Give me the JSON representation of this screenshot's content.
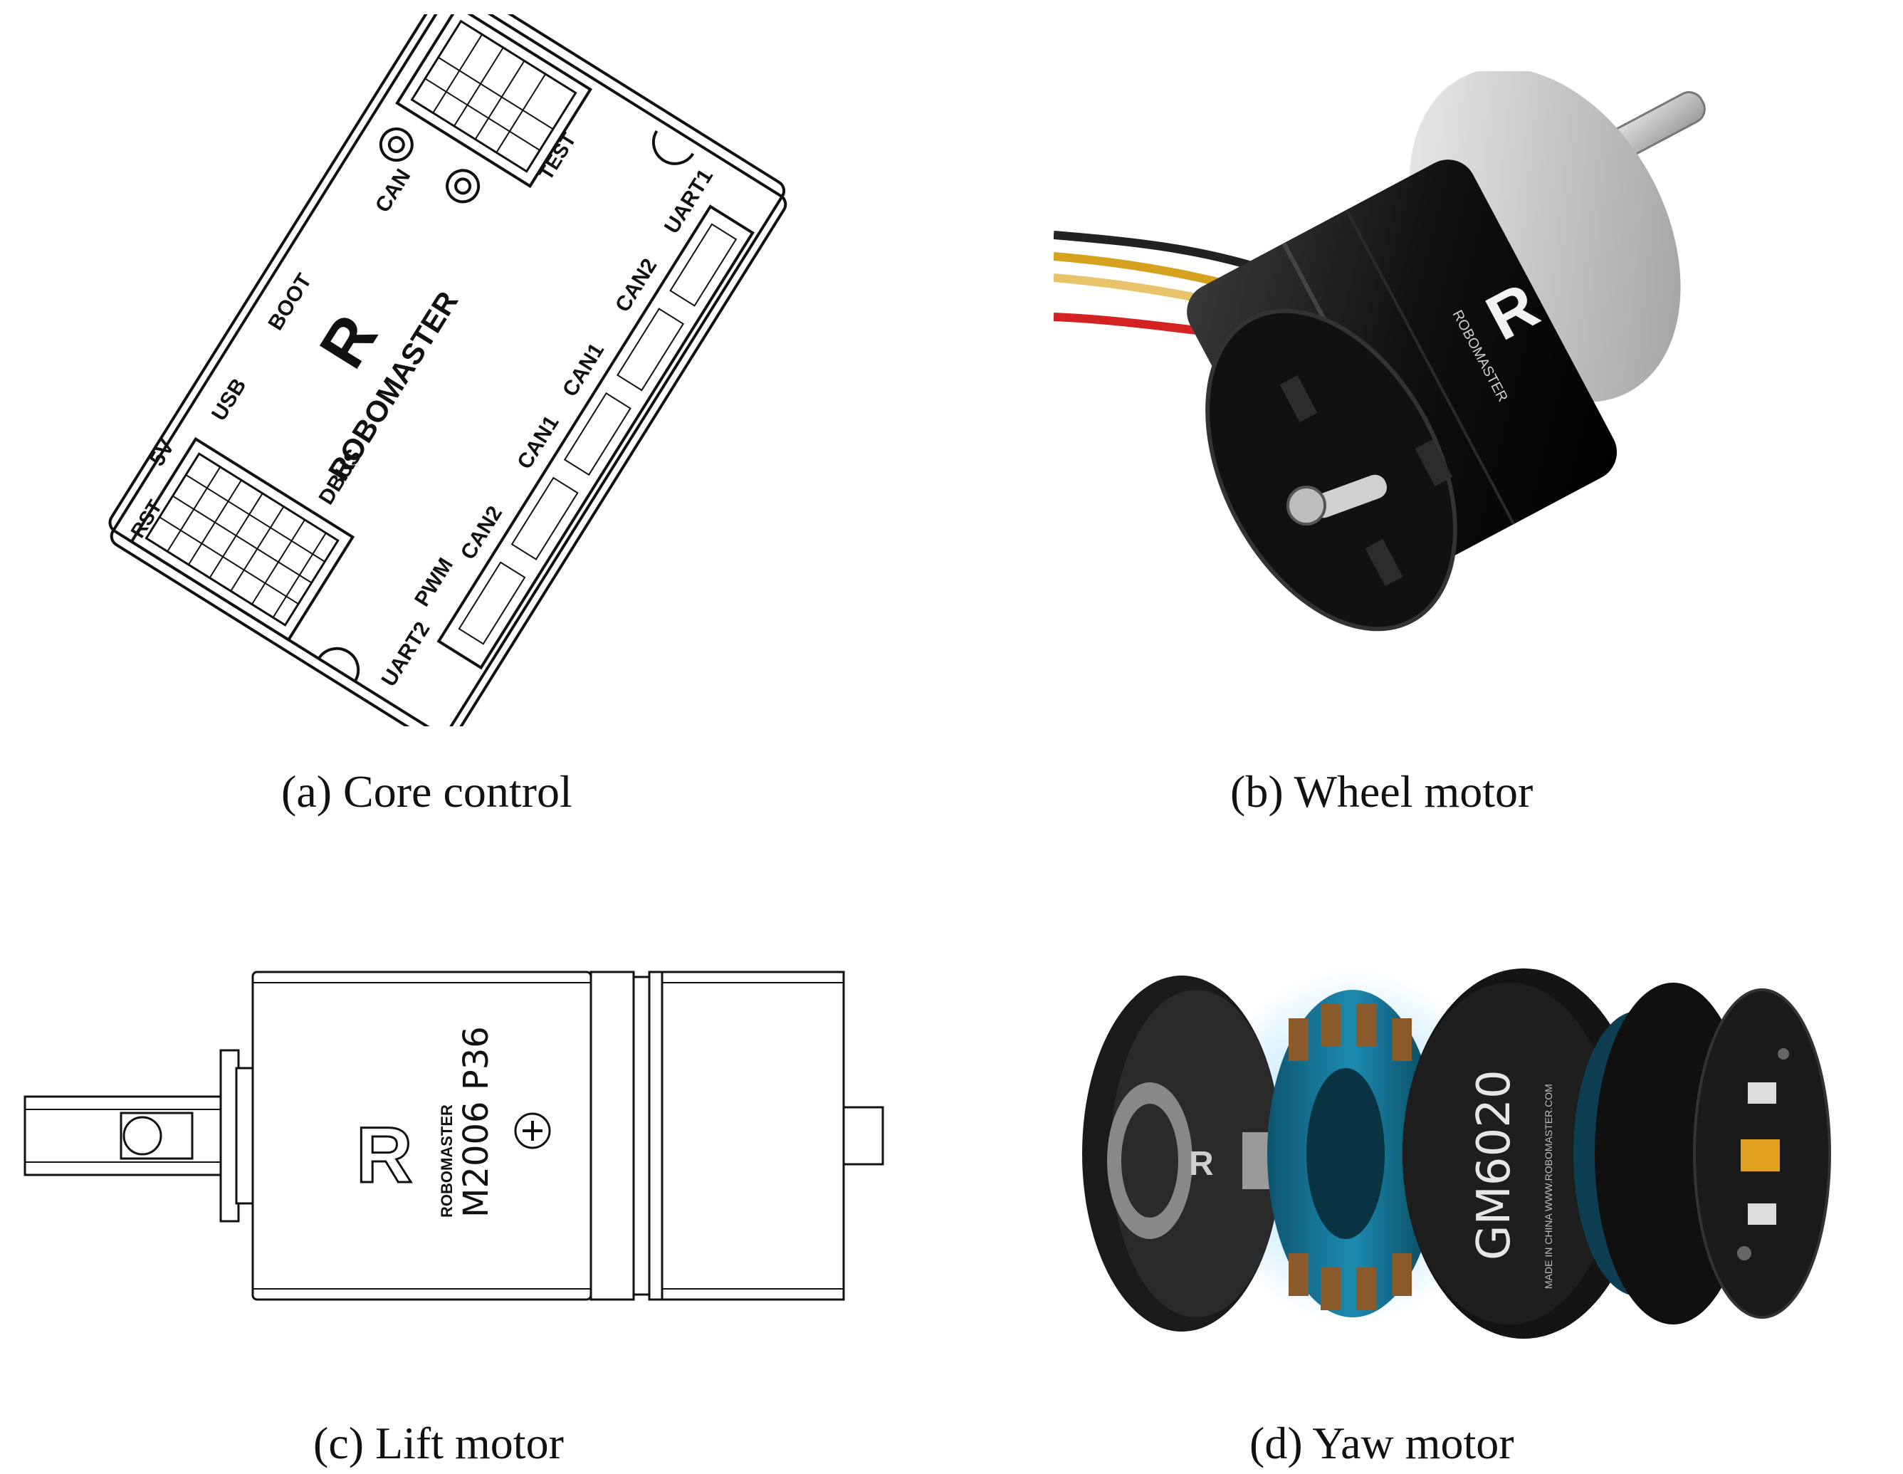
{
  "figure": {
    "panels": [
      {
        "caption": "(a) Core control",
        "board_labels": {
          "brand": "ROBOMASTER",
          "top_port": "TEST",
          "uart1": "UART1",
          "can2_a": "CAN2",
          "can1_a": "CAN1",
          "can1_b": "CAN1",
          "can2_b": "CAN2",
          "dbus": "DBUS",
          "pwm": "PWM",
          "uart2": "UART2",
          "boot": "BOOT",
          "usb": "USB",
          "v5": "5V",
          "rst": "RST",
          "can_side": "CAN"
        }
      },
      {
        "caption": "(b) Wheel motor",
        "motor_labels": {
          "brand": "ROBOMASTER"
        }
      },
      {
        "caption": "(c) Lift motor",
        "motor_labels": {
          "brand": "ROBOMASTER",
          "model": "M2006 P36"
        }
      },
      {
        "caption": "(d) Yaw motor",
        "motor_labels": {
          "model": "GM6020",
          "small_text": "MADE IN CHINA  WWW.ROBOMASTER.COM"
        }
      }
    ]
  }
}
